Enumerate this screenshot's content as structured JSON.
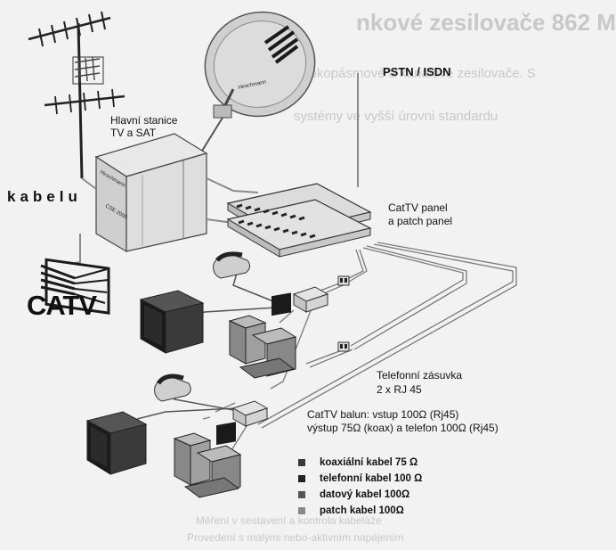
{
  "background_text": {
    "top_heading": "nkové zesilovače 862 M",
    "top_line1": "šokopásmové a kanálové zesilovače. S",
    "top_line2": "systémy ve vyšší úrovni standardu",
    "bottom_line1": "Měření v sestavení a kontrola kabeláže",
    "bottom_line2": "Provedení s malými nebo-aktivním napájením"
  },
  "labels": {
    "kabelu": "kabelu",
    "catv": "CATV",
    "hlavni_stanice_line1": "Hlavní stanice",
    "hlavni_stanice_line2": "TV a SAT",
    "pstn": "PSTN / ISDN",
    "panel_line1": "CatTV panel",
    "panel_line2": "a patch panel",
    "zasuvka_line1": "Telefonní zásuvka",
    "zasuvka_line2": "2 x RJ 45",
    "balun_line1": "CatTV balun: vstup 100Ω (Rj45)",
    "balun_line2": "výstup 75Ω (koax) a telefon 100Ω (Rj45)",
    "dish_brand": "Hirschmann",
    "headend_brand": "Hirschmann",
    "headend_model": "CSE 2000"
  },
  "legend": [
    {
      "label": "koaxiální kabel 75 Ω",
      "color": "#3a3a3a"
    },
    {
      "label": "telefonní kabel 100 Ω",
      "color": "#222222"
    },
    {
      "label": "datový kabel 100Ω",
      "color": "#555555"
    },
    {
      "label": "patch kabel 100Ω",
      "color": "#888888"
    }
  ],
  "colors": {
    "cable": "#8a8a8a",
    "device": "#d9d9d9",
    "dark": "#1a1a1a"
  }
}
